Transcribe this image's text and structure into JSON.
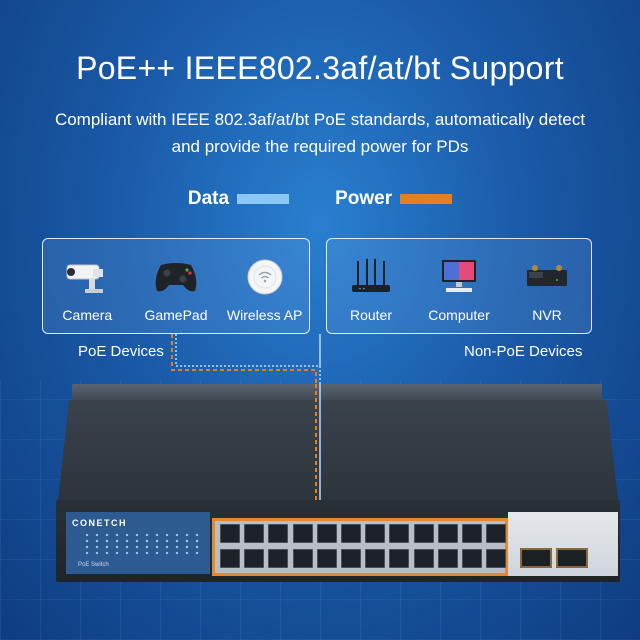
{
  "title": "PoE++ IEEE802.3af/at/bt Support",
  "subtitle": "Compliant with IEEE 802.3af/at/bt PoE standards, automatically detect and provide the required power for PDs",
  "legend": {
    "data_label": "Data",
    "data_color": "#8cc8f5",
    "power_label": "Power",
    "power_color": "#e5801f"
  },
  "poe_devices": {
    "group_label": "PoE Devices",
    "items": [
      {
        "label": "Camera",
        "icon": "camera-icon"
      },
      {
        "label": "GamePad",
        "icon": "gamepad-icon"
      },
      {
        "label": "Wireless AP",
        "icon": "wireless-ap-icon"
      }
    ]
  },
  "non_poe_devices": {
    "group_label": "Non-PoE Devices",
    "items": [
      {
        "label": "Router",
        "icon": "router-icon"
      },
      {
        "label": "Computer",
        "icon": "computer-icon"
      },
      {
        "label": "NVR",
        "icon": "nvr-icon"
      }
    ]
  },
  "switch": {
    "brand": "CONETCH",
    "model": "PoE Switch",
    "port_count": 24,
    "sfp_count": 2
  }
}
